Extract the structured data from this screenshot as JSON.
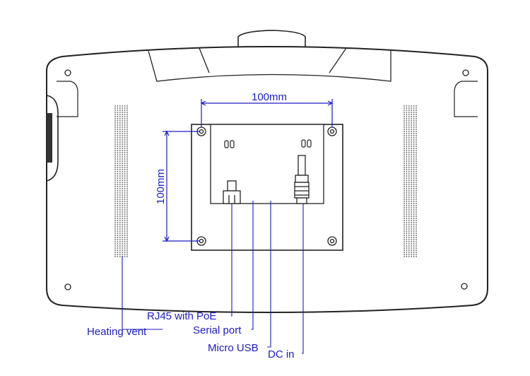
{
  "dimensions": {
    "horizontal": "100mm",
    "vertical": "100mm"
  },
  "labels": {
    "rj45": "RJ45 with PoE",
    "heating_vent": "Heating vent",
    "serial_port": "Serial port",
    "micro_usb": "Micro USB",
    "dc_in": "DC in"
  },
  "colors": {
    "outline": "#222222",
    "annotation": "#1c1cc4",
    "background": "#ffffff"
  }
}
